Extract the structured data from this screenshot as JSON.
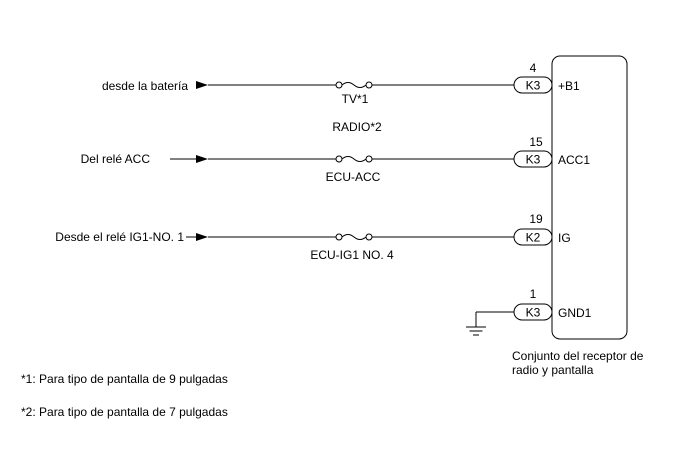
{
  "sources": [
    {
      "label": "desde la batería",
      "fuse": "TV*1",
      "fuse_extra": "RADIO*2",
      "pin": "4",
      "connector": "K3",
      "terminal": "+B1"
    },
    {
      "label": "Del relé ACC",
      "fuse": "ECU-ACC",
      "pin": "15",
      "connector": "K3",
      "terminal": "ACC1"
    },
    {
      "label": "Desde el relé IG1-NO. 1",
      "fuse": "ECU-IG1 NO. 4",
      "pin": "19",
      "connector": "K2",
      "terminal": "IG"
    }
  ],
  "ground": {
    "pin": "1",
    "connector": "K3",
    "terminal": "GND1"
  },
  "component": {
    "line1": "Conjunto del receptor de",
    "line2": "radio y pantalla"
  },
  "notes": [
    "*1: Para tipo de pantalla de 9 pulgadas",
    "*2: Para tipo de pantalla de 7 pulgadas"
  ]
}
